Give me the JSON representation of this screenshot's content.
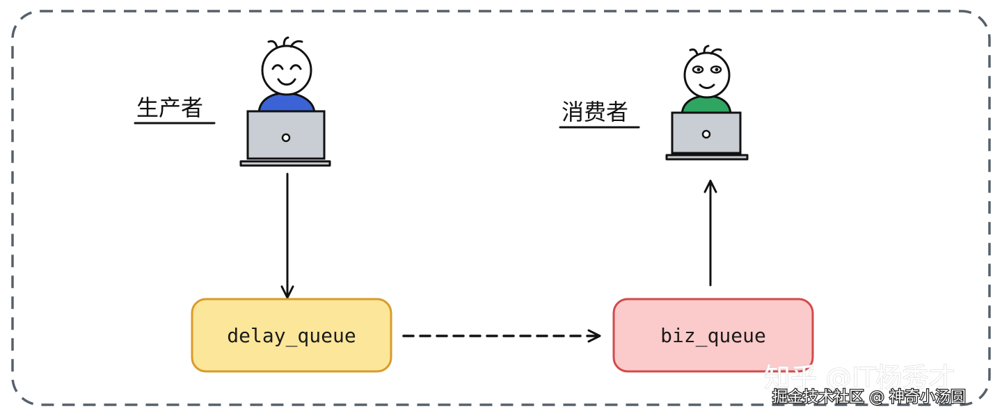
{
  "labels": {
    "producer": "生产者",
    "consumer": "消费者"
  },
  "queues": {
    "delay": {
      "label": "delay_queue",
      "fill": "#fbe69a",
      "stroke": "#d99b2a"
    },
    "biz": {
      "label": "biz_queue",
      "fill": "#fbcaca",
      "stroke": "#d24a4a"
    }
  },
  "characters": {
    "producer_shirt": "#3b63d6",
    "consumer_shirt": "#2fa562",
    "laptop_fill": "#c9cdd4"
  },
  "watermark": {
    "line1": "知乎 @IT杨秀才",
    "line2": "掘金技术社区 @ 神奇小汤圆"
  }
}
